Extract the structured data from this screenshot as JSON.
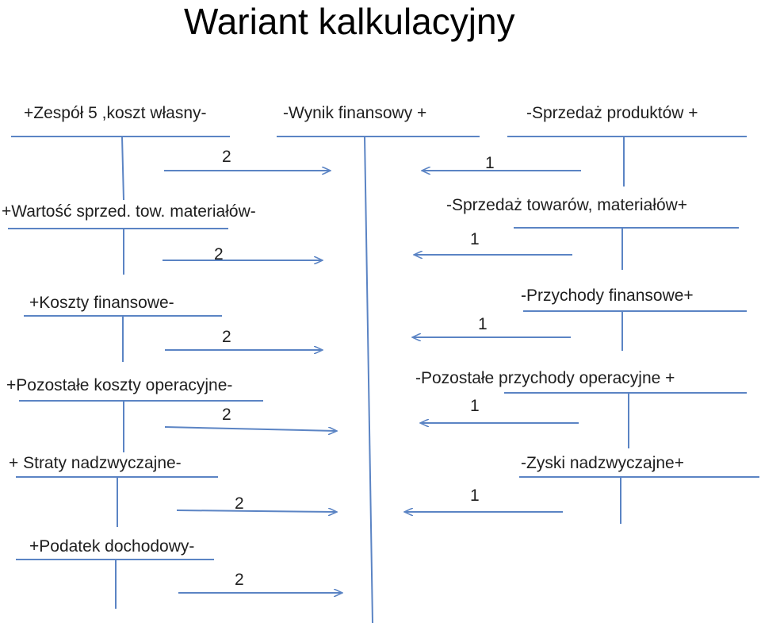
{
  "title": "Wariant kalkulacyjny",
  "line_color": "#5b84c4",
  "left_accounts": [
    {
      "name": "+Zespół 5 ,koszt własny-",
      "entry": "2"
    },
    {
      "name": "+Wartość sprzed. tow.  materiałów-",
      "entry": "2"
    },
    {
      "name": "+Koszty finansowe-",
      "entry": "2"
    },
    {
      "name": "+Pozostałe koszty operacyjne-",
      "entry": "2"
    },
    {
      "name": "+ Straty nadzwyczajne-",
      "entry": "2"
    },
    {
      "name": "+Podatek dochodowy-",
      "entry": "2"
    }
  ],
  "center_account": {
    "name": "-Wynik finansowy +"
  },
  "right_accounts": [
    {
      "name": "-Sprzedaż produktów +",
      "entry": "1"
    },
    {
      "name": "-Sprzedaż towarów, materiałów+",
      "entry": "1"
    },
    {
      "name": "-Przychody finansowe+",
      "entry": "1"
    },
    {
      "name": "-Pozostałe przychody operacyjne +",
      "entry": "1"
    },
    {
      "name": "-Zyski nadzwyczajne+",
      "entry": "1"
    }
  ]
}
